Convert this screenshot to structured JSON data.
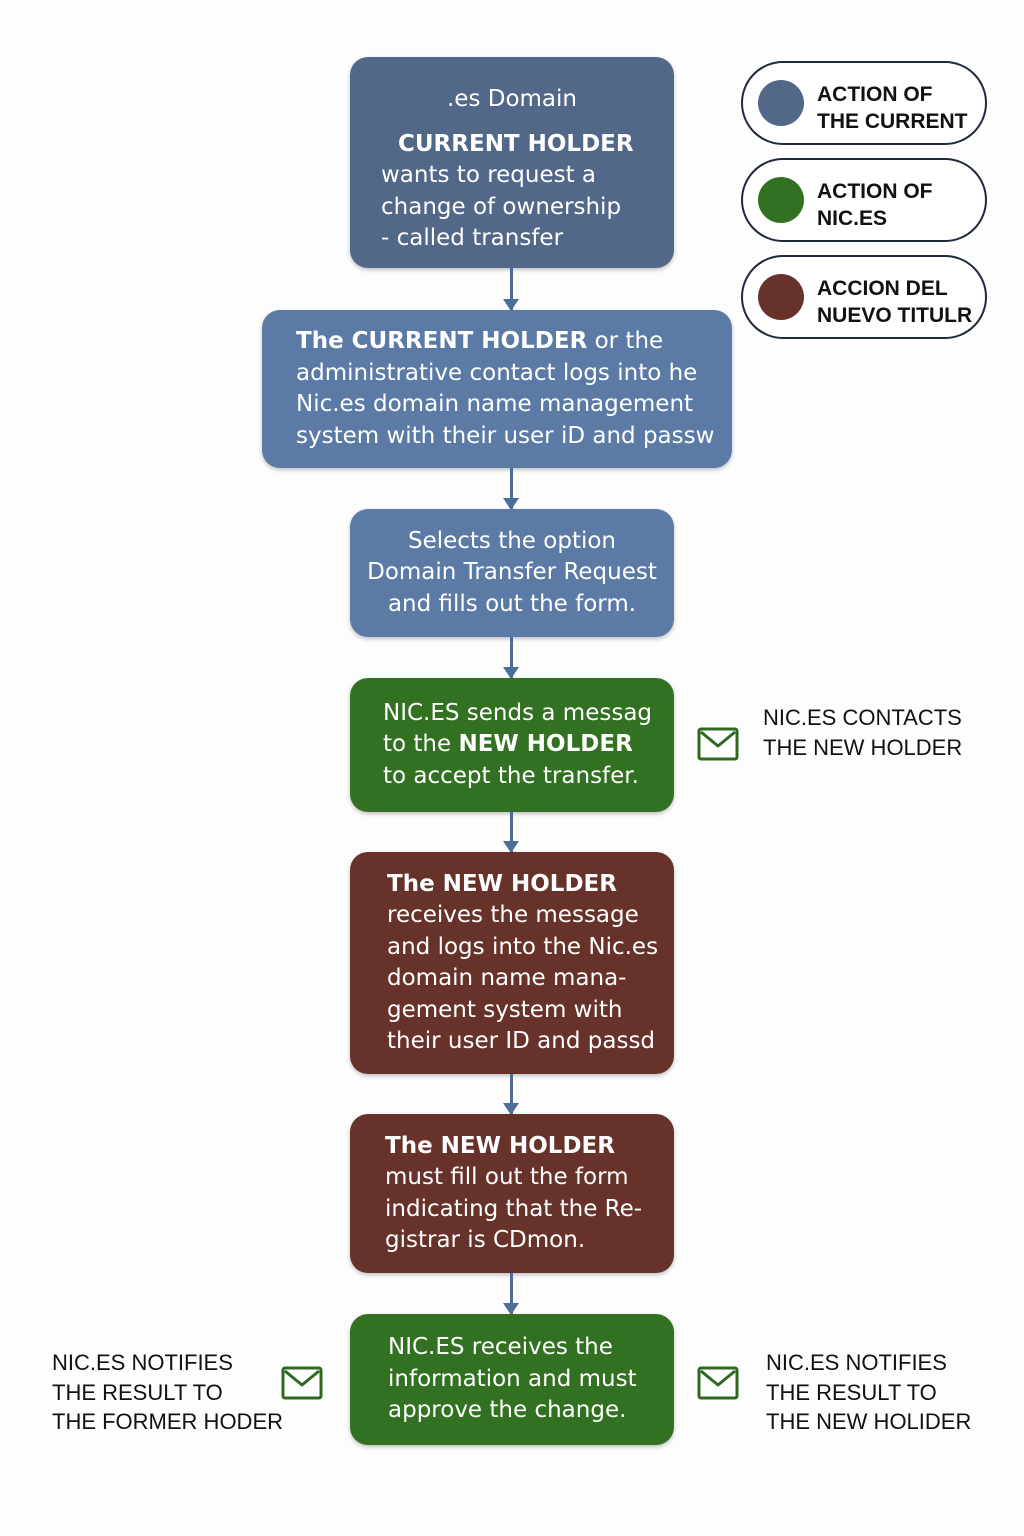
{
  "colors": {
    "current_holder": "#526888",
    "nic_es": "#327121",
    "new_holder": "#67322a",
    "arrow": "#4d6d99"
  },
  "legend": [
    {
      "label_line1": "ACTION OF",
      "label_line2": "THE CURRENT",
      "color": "#526888"
    },
    {
      "label_line1": "ACTION OF",
      "label_line2": "NIC.ES",
      "color": "#327121"
    },
    {
      "label_line1": "ACCION DEL",
      "label_line2": "NUEVO TITULR",
      "color": "#67322a"
    }
  ],
  "steps": {
    "step1": {
      "heading": ".es Domain",
      "bold": "CURRENT HOLDER",
      "line1": "wants to request a",
      "line2": "change of ownership",
      "line3": "- called transfer"
    },
    "step2": {
      "bold": "The CURRENT HOLDER",
      "line1_rest": " or the",
      "line2": "administrative contact logs into he",
      "line3": "Nic.es domain name management",
      "line4": "system with their user iD and passw"
    },
    "step3": {
      "line1": "Selects the option",
      "line2": "Domain Transfer Request",
      "line3": "and fills out the form."
    },
    "step4": {
      "line1": "NIC.ES sends a messag",
      "line2_pre": "to the ",
      "line2_bold": "NEW HOLDER",
      "line3": "to accept the transfer."
    },
    "step5": {
      "bold": "The NEW HOLDER",
      "line2": "receives the message",
      "line3": "and logs into the Nic.es",
      "line4": "domain name mana-",
      "line5": "gement system with",
      "line6": "their user ID and passd"
    },
    "step6": {
      "bold": "The NEW HOLDER",
      "line2": "must fill out the form",
      "line3": "indicating that the Re-",
      "line4": "gistrar is CDmon."
    },
    "step7": {
      "line1": "NIC.ES receives the",
      "line2": "information and must",
      "line3": "approve the change."
    }
  },
  "notes": {
    "contacts": {
      "line1": "NIC.ES CONTACTS",
      "line2": "THE NEW HOLDER",
      "icon": "envelope-icon"
    },
    "notify_former": {
      "line1": "NIC.ES NOTIFIES",
      "line2": "THE RESULT TO",
      "line3": "THE FORMER HODER",
      "icon": "envelope-icon"
    },
    "notify_new": {
      "line1": "NIC.ES NOTIFIES",
      "line2": "THE RESULT TO",
      "line3": "THE NEW HOLIDER",
      "icon": "envelope-icon"
    }
  }
}
